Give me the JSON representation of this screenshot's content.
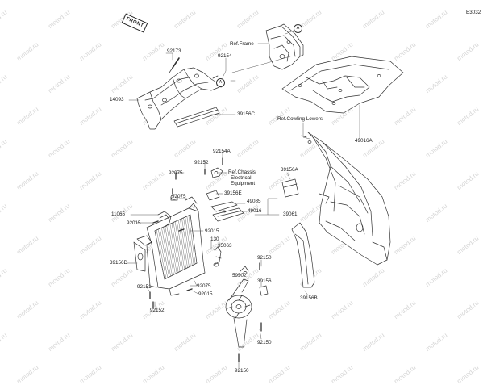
{
  "diagram_id": "E3032",
  "front_label": "FRONT",
  "watermark": "motod.ru",
  "ref_frame": "Ref.Frame",
  "ref_cowling": "Ref.Cowling Lowers",
  "ref_chassis": [
    "Ref.Chassis",
    "Electrical",
    "Equipment"
  ],
  "callout_letter": "A",
  "labels": {
    "p92173": "92173",
    "p92154": "92154",
    "p14093": "14093",
    "p39156C": "39156C",
    "p49016A": "49016A",
    "p92154A": "92154A",
    "p92152a": "92152",
    "p92075a": "92075",
    "p92075b": "92075",
    "p39156E": "39156E",
    "p49085": "49085",
    "p49016": "49016",
    "p39061": "39061",
    "p39156A": "39156A",
    "p11065": "11065",
    "p92015a": "92015",
    "p92015b": "92015",
    "p130": "130",
    "p35063": "35063",
    "p39156D": "39156D",
    "p92150a": "92150",
    "p59502": "59502",
    "p39156": "39156",
    "p92151": "92151",
    "p92075c": "92075",
    "p92015c": "92015",
    "p92152b": "92152",
    "p39156B": "39156B",
    "p92150b": "92150",
    "p92150c": "92150"
  }
}
